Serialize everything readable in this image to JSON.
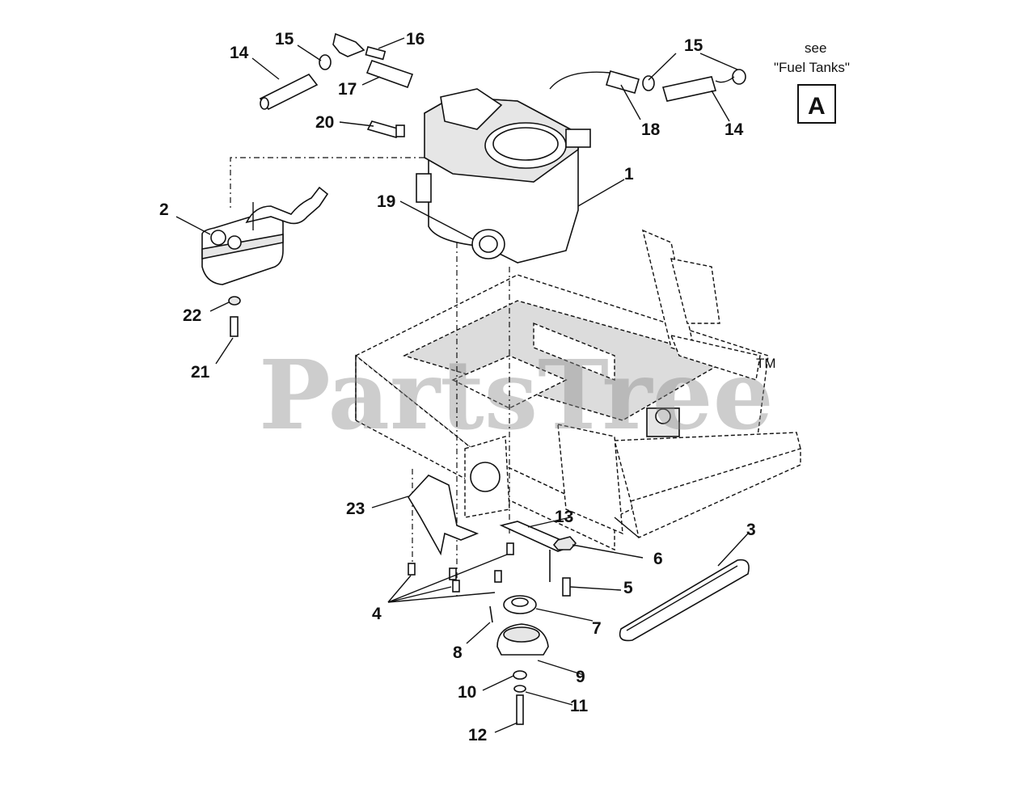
{
  "diagram": {
    "watermark": "PartsTree",
    "trademark": "TM",
    "reference_note": {
      "line1": "see",
      "line2": "\"Fuel Tanks\"",
      "box_letter": "A"
    },
    "callouts": [
      {
        "id": "c1",
        "text": "1"
      },
      {
        "id": "c2",
        "text": "2"
      },
      {
        "id": "c3",
        "text": "3"
      },
      {
        "id": "c4",
        "text": "4"
      },
      {
        "id": "c5",
        "text": "5"
      },
      {
        "id": "c6",
        "text": "6"
      },
      {
        "id": "c7",
        "text": "7"
      },
      {
        "id": "c8",
        "text": "8"
      },
      {
        "id": "c9",
        "text": "9"
      },
      {
        "id": "c10",
        "text": "10"
      },
      {
        "id": "c11",
        "text": "11"
      },
      {
        "id": "c12",
        "text": "12"
      },
      {
        "id": "c13",
        "text": "13"
      },
      {
        "id": "c14a",
        "text": "14"
      },
      {
        "id": "c14b",
        "text": "14"
      },
      {
        "id": "c15a",
        "text": "15"
      },
      {
        "id": "c15b",
        "text": "15"
      },
      {
        "id": "c16",
        "text": "16"
      },
      {
        "id": "c17",
        "text": "17"
      },
      {
        "id": "c18",
        "text": "18"
      },
      {
        "id": "c19",
        "text": "19"
      },
      {
        "id": "c20",
        "text": "20"
      },
      {
        "id": "c21",
        "text": "21"
      },
      {
        "id": "c22",
        "text": "22"
      },
      {
        "id": "c23",
        "text": "23"
      }
    ]
  }
}
